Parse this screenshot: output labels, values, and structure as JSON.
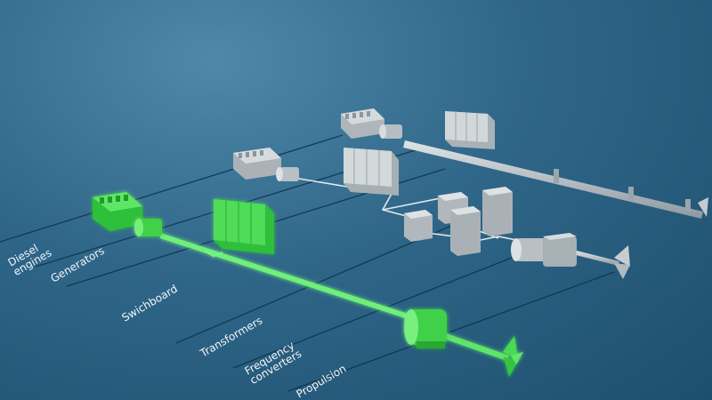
{
  "labels": {
    "diesel_engines": [
      "Diesel",
      "engines"
    ],
    "generators": "Generators",
    "switchboard": "Swichboard",
    "transformers": "Transformers",
    "frequency_converters": [
      "Frequency",
      "converters"
    ],
    "propulsion": "Propulsion"
  },
  "colors": {
    "highlight": "#3fd14a",
    "highlight_dark": "#249a2e",
    "equipment": "#c9cfd3",
    "equipment_dark": "#8f9aa1",
    "cable": "#e3e8eb",
    "leader_line": "#0e3550"
  }
}
